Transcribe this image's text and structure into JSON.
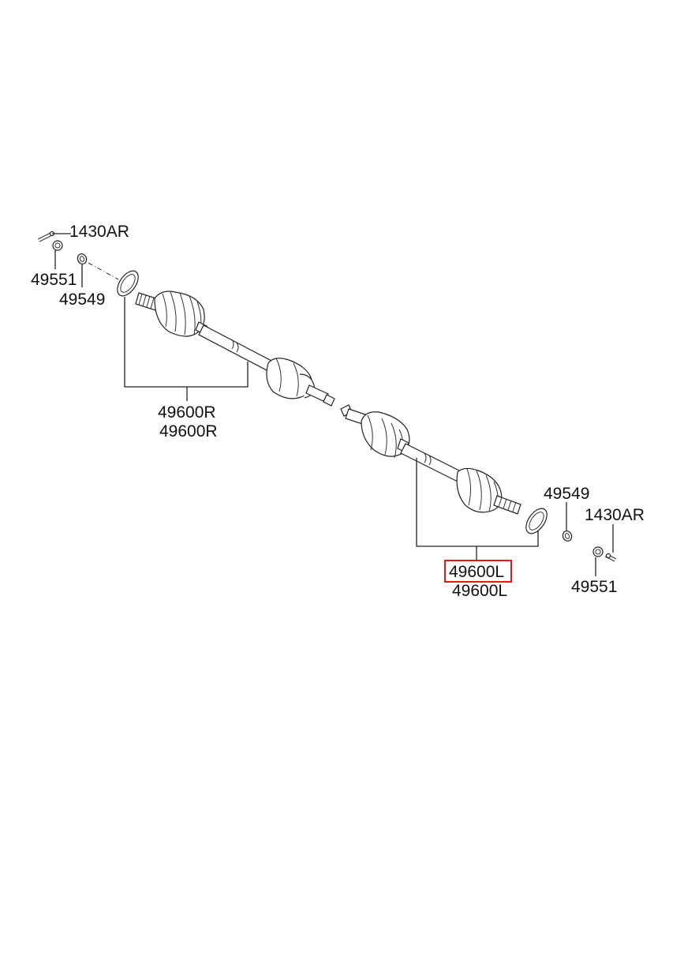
{
  "labels": {
    "cotter_pin_right": "1430AR",
    "nut_right": "49551",
    "washer_right": "49549",
    "shaft_right_1": "49600R",
    "shaft_right_2": "49600R",
    "washer_left": "49549",
    "cotter_pin_left": "1430AR",
    "shaft_left_highlighted": "49600L",
    "shaft_left_2": "49600L",
    "nut_left": "49551"
  },
  "highlight_color": "#e11a1a"
}
